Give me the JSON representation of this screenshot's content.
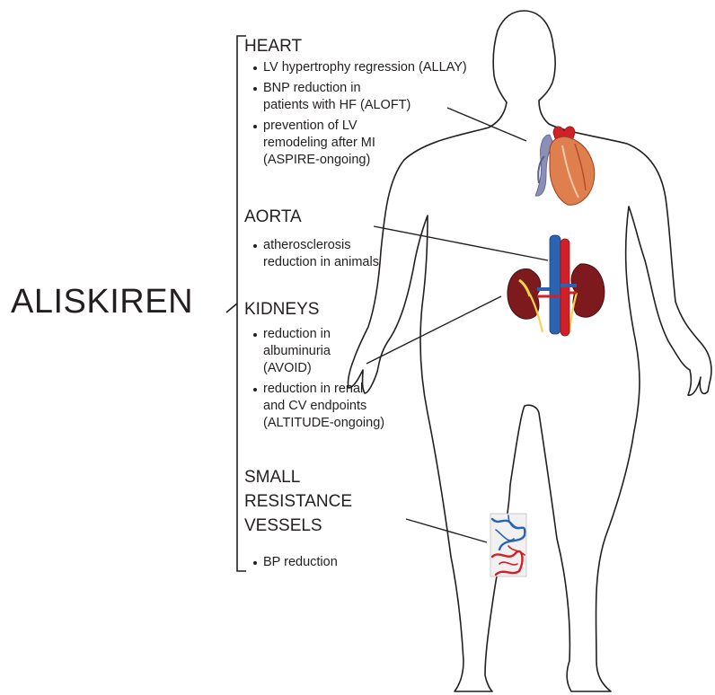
{
  "drug": "ALISKIREN",
  "colors": {
    "line": "#231f20",
    "heart_muscle": "#e07f4e",
    "artery_red": "#cf2127",
    "vein_blue": "#2b63b0",
    "kidney": "#7d1a1e",
    "ureter_yellow": "#f2d64a"
  },
  "icons": [
    "body-outline-icon",
    "heart-icon",
    "kidneys-aorta-icon",
    "small-vessels-icon"
  ],
  "sections": [
    {
      "title": "HEART",
      "items": [
        [
          "LV hypertrophy regression (ALLAY)"
        ],
        [
          "BNP reduction in",
          "patients with HF (ALOFT)"
        ],
        [
          "prevention of LV",
          "remodeling after MI",
          "(ASPIRE-ongoing)"
        ]
      ]
    },
    {
      "title": "AORTA",
      "items": [
        [
          "atherosclerosis",
          "reduction in animals"
        ]
      ]
    },
    {
      "title": "KIDNEYS",
      "items": [
        [
          "reduction in",
          "albuminuria",
          "(AVOID)"
        ],
        [
          "reduction in renal",
          "and CV endpoints",
          "(ALTITUDE-ongoing)"
        ]
      ]
    },
    {
      "title_lines": [
        "SMALL",
        "RESISTANCE",
        "VESSELS"
      ],
      "items": [
        [
          "BP reduction"
        ]
      ]
    }
  ]
}
